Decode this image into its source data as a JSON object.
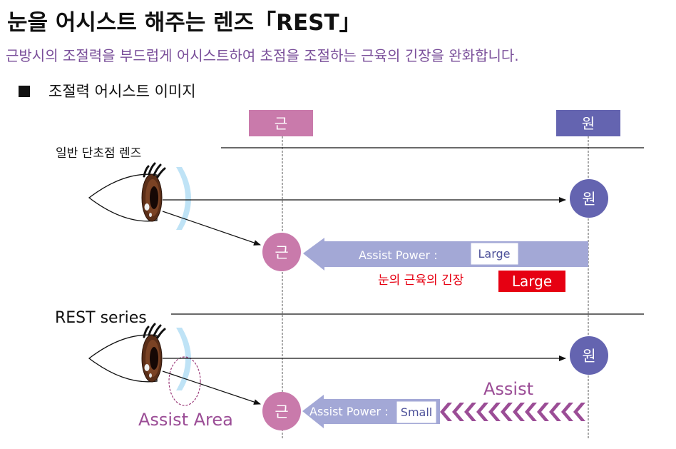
{
  "title": "눈을 어시스트 해주는 렌즈「REST」",
  "subtitle": "근방시의 조절력을 부드럽게 어시스트하여 초점을 조절하는 근육의 긴장을 완화합니다.",
  "section_heading": "조절력 어시스트 이미지",
  "labels": {
    "near": "근",
    "far": "원"
  },
  "rows": [
    {
      "name": "일반 단초점 렌즈",
      "assist_power_label": "Assist Power :",
      "assist_power_value": "Large",
      "muscle_tension_label": "눈의 근육의 긴장",
      "muscle_tension_value": "Large"
    },
    {
      "name": "REST series",
      "assist_power_label": "Assist Power :",
      "assist_power_value": "Small",
      "assist_text": "Assist",
      "assist_area_label": "Assist Area"
    }
  ],
  "colors": {
    "near": "#c97aab",
    "far": "#6464b0",
    "arrow_fill": "#a3a8d6",
    "lens": "#bfe3f6",
    "tension_badge": "#e60012",
    "tension_text": "#e60012",
    "assist": "#9b4d96",
    "subtitle": "#7a4f9a"
  },
  "icons": [
    "eye-icon",
    "contact-lens-icon",
    "chevron-arrows-icon"
  ]
}
